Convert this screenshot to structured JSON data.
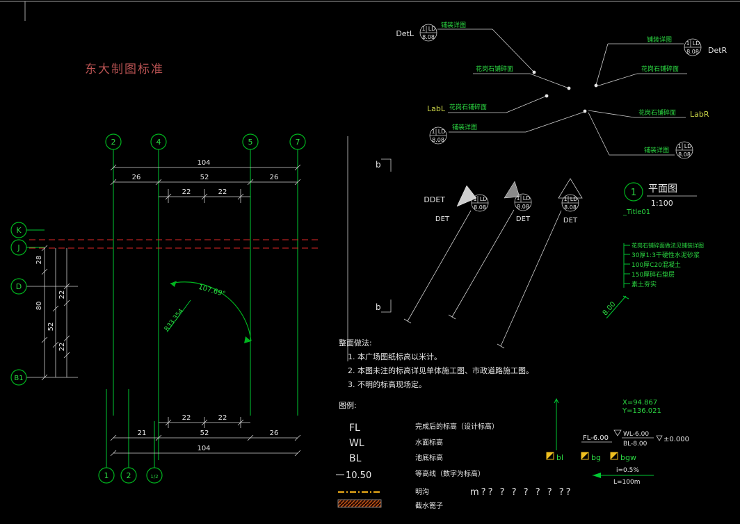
{
  "title": "东大制图标准",
  "axes": {
    "top": [
      "2",
      "4",
      "5",
      "7"
    ],
    "left": [
      "K",
      "J",
      "D",
      "B1"
    ],
    "bottom": [
      "1",
      "2",
      "1/2"
    ]
  },
  "dims": {
    "top_total": "104",
    "top_mid": [
      "26",
      "52",
      "26"
    ],
    "top_inner": [
      "22",
      "22"
    ],
    "bottom_inner": [
      "22",
      "22"
    ],
    "bottom_mid": [
      "21",
      "52",
      "26"
    ],
    "bottom_total": "104",
    "left_outer": [
      "28",
      "80"
    ],
    "left_mid": "52",
    "left_inner": [
      "22",
      "22"
    ]
  },
  "arc": {
    "angle": "107.69°",
    "radius": "R33.354"
  },
  "section": {
    "label": "b"
  },
  "callouts": {
    "detl": "DetL",
    "detr": "DetR",
    "labl": "LabL",
    "labr": "LabR",
    "paving": "铺装详图",
    "granite": "花岗石铺碎面",
    "bubble_no": "1",
    "bubble_code": "LD",
    "bubble_bottom": "8.08"
  },
  "flags": {
    "ddet": "DDET",
    "det": "DET"
  },
  "plan_title": {
    "number": "1",
    "name": "平面图",
    "scale": "1:100",
    "tag": "_Title01"
  },
  "layers": {
    "items": [
      "花岗石铺碎面做法见铺装详图",
      "30厚1:3干硬性水泥砂浆",
      "100厚C20混凝土",
      "150厚碎石垫层",
      "素土夯实"
    ],
    "elevation": "8.00"
  },
  "notes": {
    "heading": "整面做法:",
    "item1": "1. 本广场图纸标高以米计。",
    "item2": "2. 本图未注的标高详见单体施工图、市政道路施工图。",
    "item3": "3. 不明的标高现场定。"
  },
  "legend": {
    "heading": "图例:",
    "fl": "FL",
    "fl_desc": "完成后的标高（设计标高）",
    "wl": "WL",
    "wl_desc": "水面标高",
    "bl": "BL",
    "bl_desc": "池底标高",
    "contour": "10.50",
    "contour_desc": "等高线（数字为标高）",
    "ditch_desc": "明沟",
    "grate_desc": "截水篦子"
  },
  "coords": {
    "x": "X=94.867",
    "y": "Y=136.021"
  },
  "elev": {
    "fl": "FL-6.00",
    "wl": "WL-6.00",
    "bl": "BL-8.00",
    "zero": "±0.000"
  },
  "spots": {
    "s1": "bl",
    "s2": "bg",
    "s3": "bgw"
  },
  "slope": {
    "grade": "i=0.5%",
    "length": "L=100m"
  },
  "placeholder": "m?? ? ? ? ? ? ??"
}
